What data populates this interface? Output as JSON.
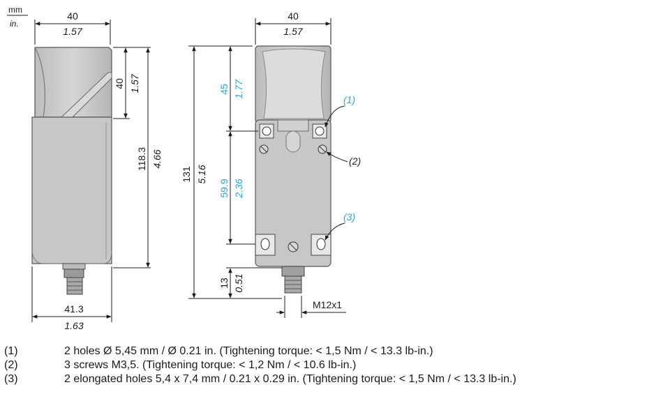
{
  "units": {
    "primary": "mm",
    "secondary": "in."
  },
  "side_view": {
    "width_top": {
      "mm": "40",
      "in": "1.57"
    },
    "head_height": {
      "mm": "40",
      "in": "1.57"
    },
    "body_height": {
      "mm": "118.3",
      "in": "4.66"
    },
    "width_bottom": {
      "mm": "41.3",
      "in": "1.63"
    }
  },
  "front_view": {
    "width_top": {
      "mm": "40",
      "in": "1.57"
    },
    "total_height": {
      "mm": "131",
      "in": "5.16"
    },
    "head_to_holes": {
      "mm": "45",
      "in": "1.77"
    },
    "hole_spacing": {
      "mm": "59.9",
      "in": "2.36"
    },
    "connector_height": {
      "mm": "13",
      "in": "0.51"
    },
    "connector_thread": "M12x1",
    "callouts": [
      "(1)",
      "(2)",
      "(3)"
    ]
  },
  "notes": [
    {
      "num": "(1)",
      "text": "2 holes Ø 5,45 mm / Ø 0.21 in. (Tightening torque: < 1,5 Nm / < 13.3 lb-in.)"
    },
    {
      "num": "(2)",
      "text": "3 screws M3,5. (Tightening torque: < 1,2 Nm / < 10.6 lb-in.)"
    },
    {
      "num": "(3)",
      "text": "2 elongated holes 5,4 x 7,4 mm / 0.21 x 0.29 in. (Tightening torque: < 1,5 Nm / < 13.3 lb-in.)"
    }
  ],
  "colors": {
    "accent_dimension": "#2aa6e0",
    "body_fill": "#c7c7c7",
    "line": "#1a1a1a"
  }
}
